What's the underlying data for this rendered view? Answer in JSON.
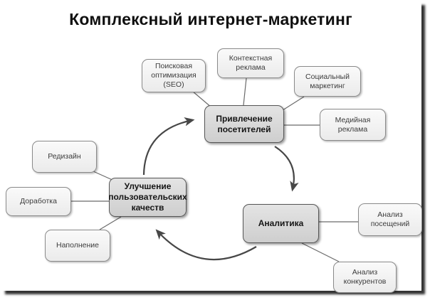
{
  "title": "Комплексный интернет-маркетинг",
  "diagram": {
    "main_nodes": [
      {
        "id": "attract",
        "label": "Привлечение\nпосетителей"
      },
      {
        "id": "analytics",
        "label": "Аналитика"
      },
      {
        "id": "improve",
        "label": "Улучшение\nпользовательских\nкачеств"
      }
    ],
    "satellite_nodes": [
      {
        "id": "seo",
        "label": "Поисковая\nоптимизация\n(SEO)",
        "linked_to": "attract"
      },
      {
        "id": "context-ads",
        "label": "Контекстная\nреклама",
        "linked_to": "attract"
      },
      {
        "id": "social-marketing",
        "label": "Социальный\nмаркетинг",
        "linked_to": "attract"
      },
      {
        "id": "media-ads",
        "label": "Медийная\nреклама",
        "linked_to": "attract"
      },
      {
        "id": "redesign",
        "label": "Редизайн",
        "linked_to": "improve"
      },
      {
        "id": "rework",
        "label": "Доработка",
        "linked_to": "improve"
      },
      {
        "id": "content-filling",
        "label": "Наполнение",
        "linked_to": "improve"
      },
      {
        "id": "visit-analysis",
        "label": "Анализ\nпосещений",
        "linked_to": "analytics"
      },
      {
        "id": "competitor-analysis",
        "label": "Анализ\nконкурентов",
        "linked_to": "analytics"
      }
    ],
    "cycle": [
      "Привлечение посетителей",
      "Аналитика",
      "Улучшение пользовательских качеств"
    ],
    "colors": {
      "main_node_fill": "#d9d9d9",
      "main_node_border": "#565656",
      "satellite_fill": "#f2f2f2",
      "satellite_border": "#8a8a8a",
      "connector": "#6b6b6b",
      "arrow": "#474747",
      "title_text": "#101010"
    }
  }
}
